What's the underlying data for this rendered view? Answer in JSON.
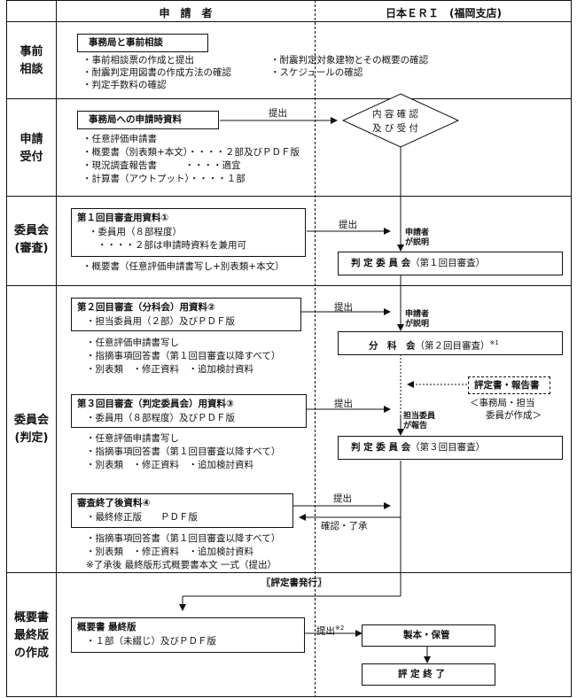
{
  "header": {
    "applicant": "申　請　者",
    "eri": "日本ＥＲＩ　(福岡支店)"
  },
  "stages": {
    "s1_a": "事前",
    "s1_b": "相談",
    "s2_a": "申請",
    "s2_b": "受付",
    "s3_a": "委員会",
    "s3_b": "(審査)",
    "s4_a": "委員会",
    "s4_b": "(判定)",
    "s5_a": "概要書",
    "s5_b": "最終版",
    "s5_c": "の作成"
  },
  "pre": {
    "title": "事務局と事前相談",
    "items": [
      "・事前相談票の作成と提出",
      "・耐震判定用図書の作成方法の確認",
      "・判定手数料の確認"
    ],
    "items_right": [
      "・耐震判定対象建物とその概要の確認",
      "・スケジュールの確認"
    ]
  },
  "apply": {
    "title": "事務局への申請時資料",
    "submit": "提出",
    "diamond_a": "内 容 確 認",
    "diamond_b": "及 び 受 付",
    "items": [
      "・任意評価申請書",
      "・概要書（別表類+本文）・・・・２部及びＰＤＦ版",
      "・現況調査報告書　　　・・・・適宜",
      "・計算書（アウトプット）・・・・１部"
    ]
  },
  "review": {
    "title": "第１回目審査用資料①",
    "item1": "・委員用（８部程度）",
    "item2": "・・・・２部は申請時資料を兼用可",
    "item3": "・概要書（任意評価申請書写し+別表類+本文）",
    "submit": "提出",
    "explain_a": "申請者",
    "explain_b": "が説明",
    "committee": "判 定 委 員 会",
    "committee_note": "（第１回目審査）"
  },
  "judge": {
    "r2_title": "第２回目審査（分科会）用資料②",
    "r2_item": "・担当委員用（２部）及びＰＤＦ版",
    "r2_sub": [
      "・任意評価申請書写し",
      "・指摘事項回答書（第１回目審査以降すべて）",
      "・別表類　・修正資料　・追加検討資料"
    ],
    "r2_submit": "提出",
    "r2_explain_a": "申請者",
    "r2_explain_b": "が説明",
    "subcommittee": "分　科　会",
    "subcommittee_note": "（第２回目審査）",
    "sup1": "※1",
    "report": "評定書・報告書",
    "report_note_a": "＜事務局・担当",
    "report_note_b": "委員が作成＞",
    "r3_title": "第３回目審査（判定委員会）用資料③",
    "r3_item": "・委員用（８部程度）及びＰＤＦ版",
    "r3_sub": [
      "・任意評価申請書写し",
      "・指摘事項回答書（第１回目審査以降すべて）",
      "・別表類　・修正資料　・追加検討資料"
    ],
    "r3_submit": "提出",
    "r3_explain_a": "担当委員",
    "r3_explain_b": "が報告",
    "committee": "判 定 委 員 会",
    "committee_note": "（第３回目審査）",
    "r4_title": "審査終了後資料④",
    "r4_item": "・最終修正版　　ＰＤＦ版",
    "r4_submit": "提出",
    "r4_confirm": "確認・了承",
    "r4_sub": [
      "・指摘事項回答書（第１回目審査以降すべて）",
      "・別表類　・修正資料　・追加検討資料",
      "※了承後  最終版形式概要書本文 一式（提出）"
    ]
  },
  "final": {
    "issue": "〖評定書発行〗",
    "title": "概要書 最終版",
    "item": "・１部（未綴じ）及びＰＤＦ版",
    "submit": "提出",
    "sup2": "※2",
    "bind": "製本・保管",
    "end": "評 定 終 了"
  }
}
